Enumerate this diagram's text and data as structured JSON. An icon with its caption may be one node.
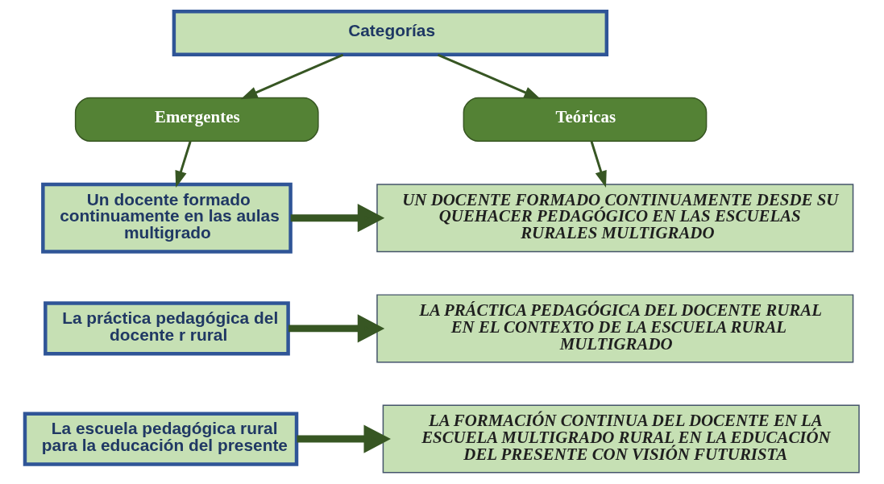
{
  "diagram": {
    "nodes": [
      {
        "text": [
          "Categorías"
        ]
      },
      {
        "text": [
          "Emergentes"
        ]
      },
      {
        "text": [
          "Teóricas"
        ]
      },
      {
        "text": [
          "Un docente formado continuamente en las aulas multigrado"
        ]
      },
      {
        "text": [
          "UN DOCENTE FORMADO CONTINUAMENTE DESDE SU QUEHACER PEDAGÓGICO EN LAS ESCUELAS RURALES MULTIGRADO"
        ]
      },
      {
        "text": [
          "La práctica pedagógica del docente r rural"
        ]
      },
      {
        "text": [
          "LA PRÁCTICA PEDAGÓGICA DEL DOCENTE RURAL EN EL CONTEXTO DE LA ESCUELA RURAL MULTIGRADO"
        ]
      },
      {
        "text": [
          "La escuela pedagógica rural para la educación del presente"
        ]
      },
      {
        "text": [
          "LA FORMACIÓN CONTINUA DEL DOCENTE EN LA ESCUELA MULTIGRADO RURAL EN LA EDUCACIÓN DEL PRESENTE CON VISIÓN FUTURISTA"
        ]
      }
    ],
    "edges": [
      {
        "from": 0,
        "to": 1,
        "arrow": "to"
      },
      {
        "from": 0,
        "to": 2,
        "arrow": "to"
      },
      {
        "from": 1,
        "to": 3,
        "arrow": "to"
      },
      {
        "from": 2,
        "to": 4,
        "arrow": "to"
      },
      {
        "from": 3,
        "to": 4,
        "arrow": "to",
        "style": "thick"
      },
      {
        "from": 5,
        "to": 6,
        "arrow": "to",
        "style": "thick"
      },
      {
        "from": 7,
        "to": 8,
        "arrow": "to",
        "style": "thick"
      }
    ]
  }
}
